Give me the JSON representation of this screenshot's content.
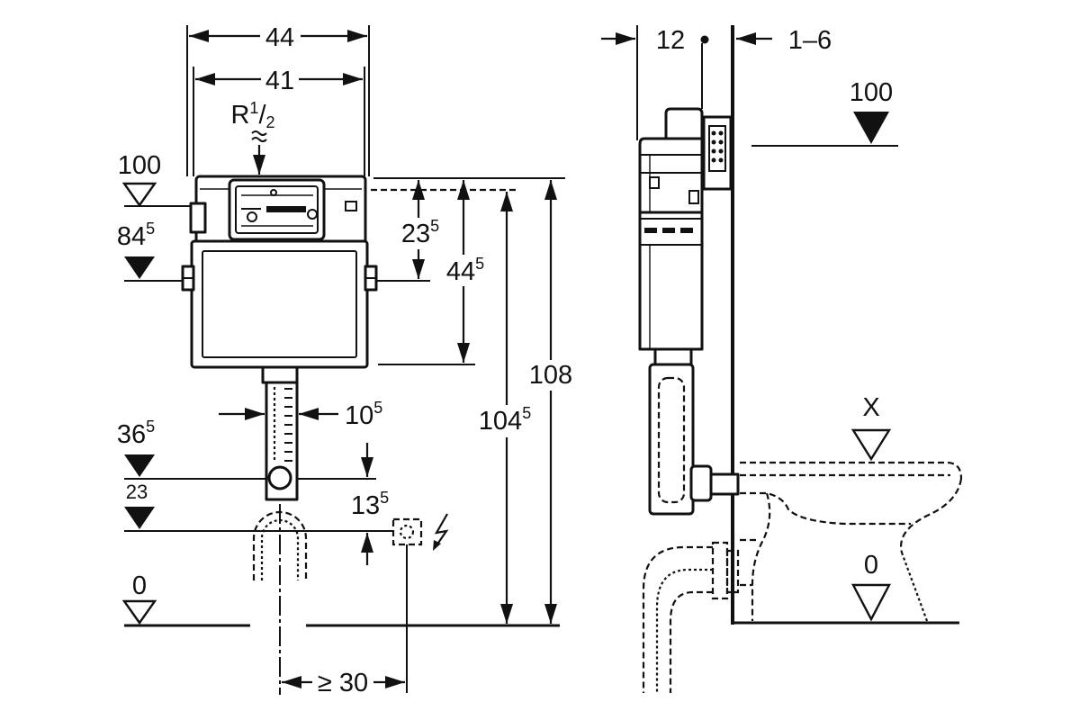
{
  "colors": {
    "ink": "#111111",
    "paper": "#ffffff"
  },
  "icons": {
    "water_supply": "water-supply-icon",
    "electric": "electric-icon"
  },
  "front_view": {
    "width_outer": "44",
    "width_inner": "41",
    "supply": {
      "base": "R",
      "sup": "1",
      "slash": "/",
      "sub": "2"
    },
    "levels": [
      {
        "main": "100"
      },
      {
        "main": "84",
        "sup": "5"
      },
      {
        "main": "36",
        "sup": "5"
      },
      {
        "main": "23"
      },
      {
        "main": "0"
      }
    ],
    "heights": [
      {
        "main": "23",
        "sup": "5"
      },
      {
        "main": "44",
        "sup": "5"
      },
      {
        "main": "104",
        "sup": "5"
      },
      {
        "main": "108"
      }
    ],
    "pipe_width": {
      "main": "10",
      "sup": "5"
    },
    "outlet_offset": {
      "main": "13",
      "sup": "5"
    },
    "min_distance": "≥ 30"
  },
  "side_view": {
    "wall_offset": "12",
    "wall_gap": "1–6",
    "levels": [
      "100",
      "X",
      "0"
    ]
  }
}
